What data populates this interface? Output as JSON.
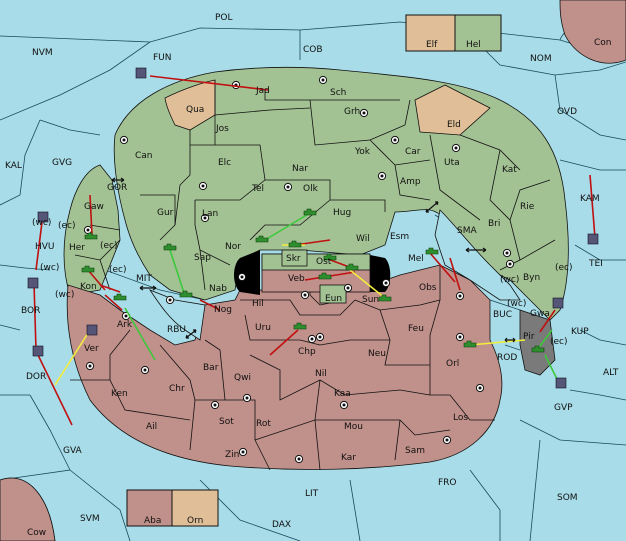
{
  "sea_labels": [
    "POL",
    "COB",
    "NVM",
    "FUN",
    "NOM",
    "Con",
    "OVD",
    "KAL",
    "GVG",
    "GOR",
    "KAM",
    "TEI",
    "SMA",
    "MIT",
    "RBU",
    "(wc)",
    "(ec)",
    "BUC",
    "KUP",
    "ROD",
    "ALT",
    "GVP",
    "FRO",
    "SOM",
    "LIT",
    "DAX",
    "SVM",
    "GVA",
    "Cow",
    "BOR",
    "DOR",
    "HVU"
  ],
  "land_labels": [
    "Jad",
    "Sch",
    "Qua",
    "Jos",
    "Grh",
    "Eld",
    "Can",
    "Yok",
    "Car",
    "Elc",
    "Nar",
    "Uta",
    "Kat",
    "Tel",
    "Olk",
    "Amp",
    "Gaw",
    "Gur",
    "Lan",
    "Hug",
    "Rie",
    "Bri",
    "Her",
    "Sap",
    "Nor",
    "Skr",
    "Wil",
    "Esm",
    "Byn",
    "Kon",
    "Nab",
    "Ost",
    "Mel",
    "Veb",
    "Obs",
    "Eun",
    "Gwa",
    "Ark",
    "Hil",
    "Nog",
    "Sun",
    "Pir",
    "Uru",
    "Feu",
    "Ver",
    "Chp",
    "Neu",
    "Orl",
    "Bar",
    "Qwi",
    "Nil",
    "Ken",
    "Chr",
    "Kaa",
    "Los",
    "Ail",
    "Sot",
    "Rot",
    "Mou",
    "Sam",
    "Zin",
    "Kar"
  ],
  "coast_labels": [
    "(wc)",
    "(ec)",
    "(ec)",
    "(wc)",
    "(wc)",
    "(ec)",
    "(ec)",
    "(wc)"
  ],
  "legend": [
    {
      "label": "Elf",
      "color": "#e0bf98"
    },
    {
      "label": "Hel",
      "color": "#a3c293"
    },
    {
      "label": "Aba",
      "color": "#c0908a"
    },
    {
      "label": "Orn",
      "color": "#e0bf98"
    }
  ],
  "colors": {
    "sea": "#a8dce8",
    "green_power": "#a3c293",
    "red_power": "#c0908a",
    "neutral": "#e0bf98",
    "order_move": "#c01010",
    "order_support": "#f2ee3c",
    "order_convoy": "#3cc83c"
  }
}
